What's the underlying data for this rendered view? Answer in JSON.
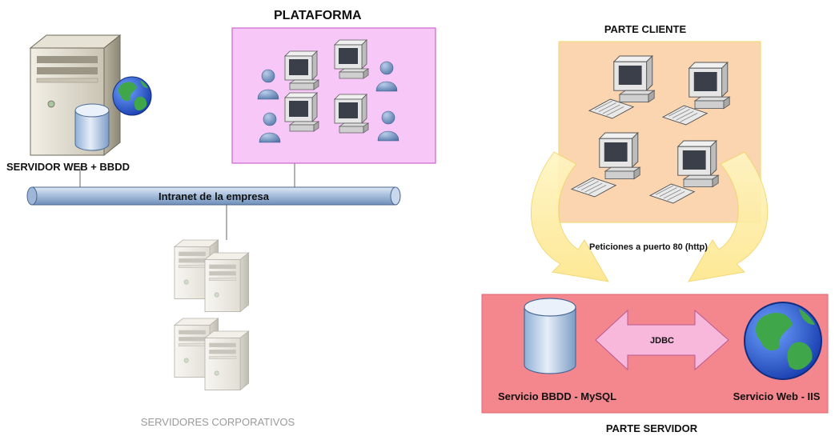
{
  "left": {
    "web_server_label": "SERVIDOR WEB + BBDD",
    "platform_title": "PLATAFORMA",
    "intranet_label": "Intranet de la empresa",
    "corporate_servers_label": "SERVIDORES CORPORATIVOS",
    "platform_box_color": "#f7c8f7",
    "platform_border_color": "#cc66cc"
  },
  "right": {
    "client_title": "PARTE CLIENTE",
    "requests_label": "Peticiones a puerto 80 (http)",
    "jdbc_label": "JDBC",
    "db_service_label": "Servicio BBDD - MySQL",
    "web_service_label": "Servicio Web - IIS",
    "server_title": "PARTE SERVIDOR",
    "client_box_color": "#fad5b0",
    "server_box_color": "#f4868e"
  },
  "icons": {
    "tower_server": "server-tower-icon",
    "database": "database-cylinder-icon",
    "globe": "globe-icon",
    "workstation": "desktop-computer-icon",
    "user": "user-icon",
    "keyboard": "keyboard-icon"
  }
}
